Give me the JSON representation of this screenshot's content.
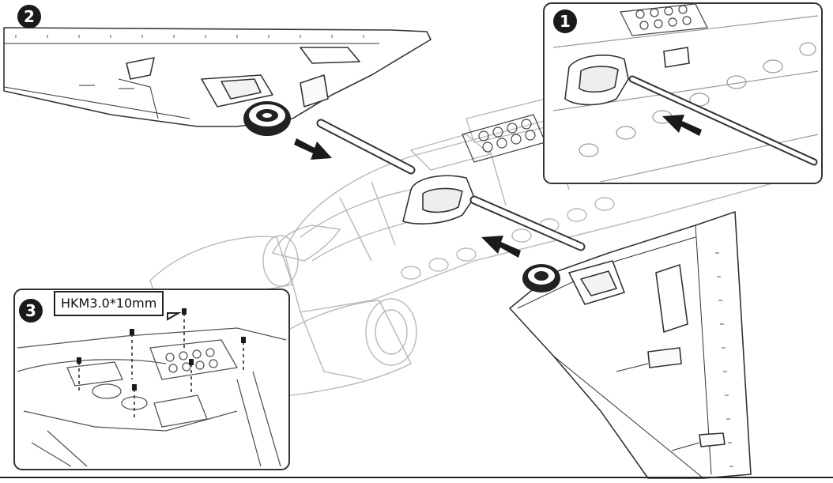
{
  "steps": [
    {
      "number": "1"
    },
    {
      "number": "2"
    },
    {
      "number": "3"
    }
  ],
  "screw_spec": "HKM3.0*10mm",
  "colors": {
    "ink": "#1a1a1a",
    "line": "#333333",
    "faint": "#b4b4b4",
    "paper": "#ffffff"
  }
}
